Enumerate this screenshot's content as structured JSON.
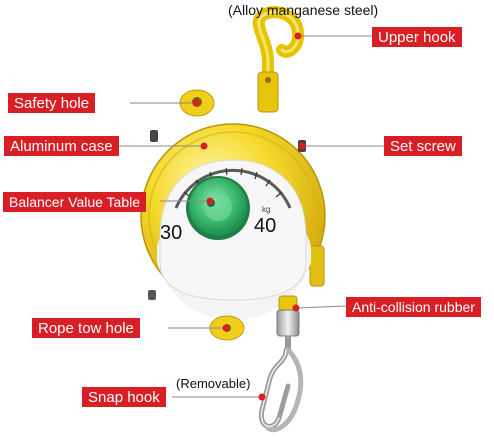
{
  "notes": {
    "alloy": "(Alloy manganese steel)",
    "removable": "(Removable)"
  },
  "labels": {
    "upper_hook": "Upper hook",
    "safety_hole": "Safety hole",
    "aluminum_case": "Aluminum case",
    "set_screw": "Set screw",
    "balancer_value_table": "Balancer Value Table",
    "anti_collision_rubber": "Anti-collision rubber",
    "rope_tow_hole": "Rope tow hole",
    "snap_hook": "Snap hook"
  },
  "dial": {
    "left_value": "30",
    "right_value": "40",
    "unit": "kg"
  },
  "colors": {
    "label_bg": "#d91f26",
    "case_yellow": "#f2d21c",
    "dial_green": "#3fbf7a"
  }
}
